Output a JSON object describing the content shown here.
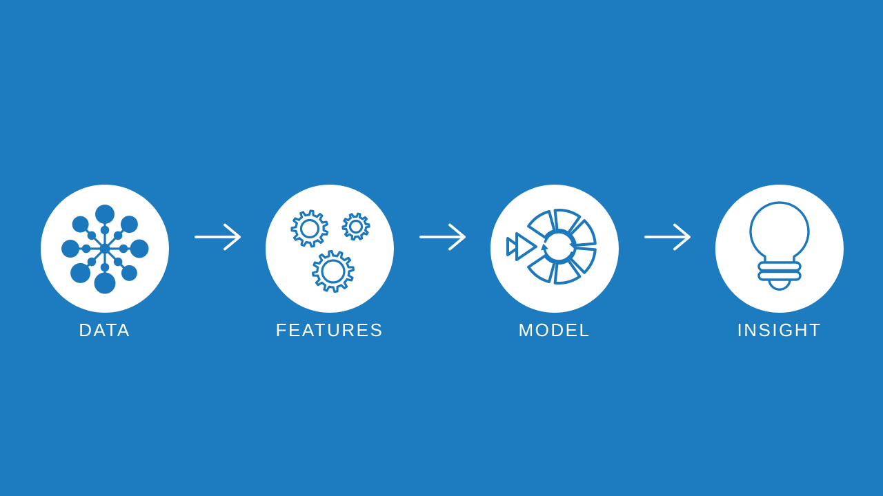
{
  "slide": {
    "background_color": "#1d7cc0",
    "icon_color": "#1b78bc",
    "circle_color": "#ffffff",
    "arrow_color": "#ffffff",
    "label_color": "#ffffff",
    "stages": [
      {
        "label": "DATA",
        "icon": "data-network-icon"
      },
      {
        "label": "FEATURES",
        "icon": "feature-gears-icon"
      },
      {
        "label": "MODEL",
        "icon": "model-cycle-icon"
      },
      {
        "label": "INSIGHT",
        "icon": "insight-lightbulb-icon"
      }
    ],
    "arrow_glyph": "right-arrow"
  }
}
